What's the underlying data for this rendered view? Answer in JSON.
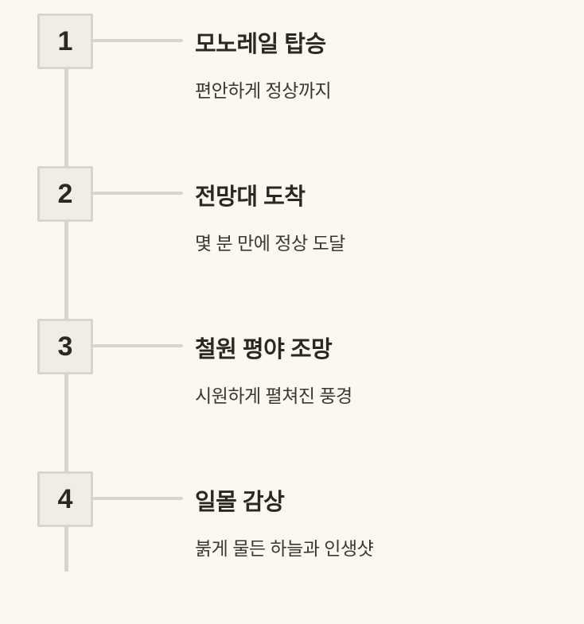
{
  "colors": {
    "background": "#FAF8F1",
    "line": "#D7D4CC",
    "box_fill": "#F0EDE5",
    "box_border": "#D7D4CC",
    "number_text": "#2B2823",
    "title_text": "#2B2823",
    "subtitle_text": "#3A3731"
  },
  "timeline": {
    "steps": [
      {
        "number": "1",
        "title": "모노레일 탑승",
        "subtitle": "편안하게 정상까지"
      },
      {
        "number": "2",
        "title": "전망대 도착",
        "subtitle": "몇 분 만에 정상 도달"
      },
      {
        "number": "3",
        "title": "철원 평야 조망",
        "subtitle": "시원하게 펼쳐진 풍경"
      },
      {
        "number": "4",
        "title": "일몰 감상",
        "subtitle": "붉게 물든 하늘과 인생샷"
      }
    ]
  }
}
